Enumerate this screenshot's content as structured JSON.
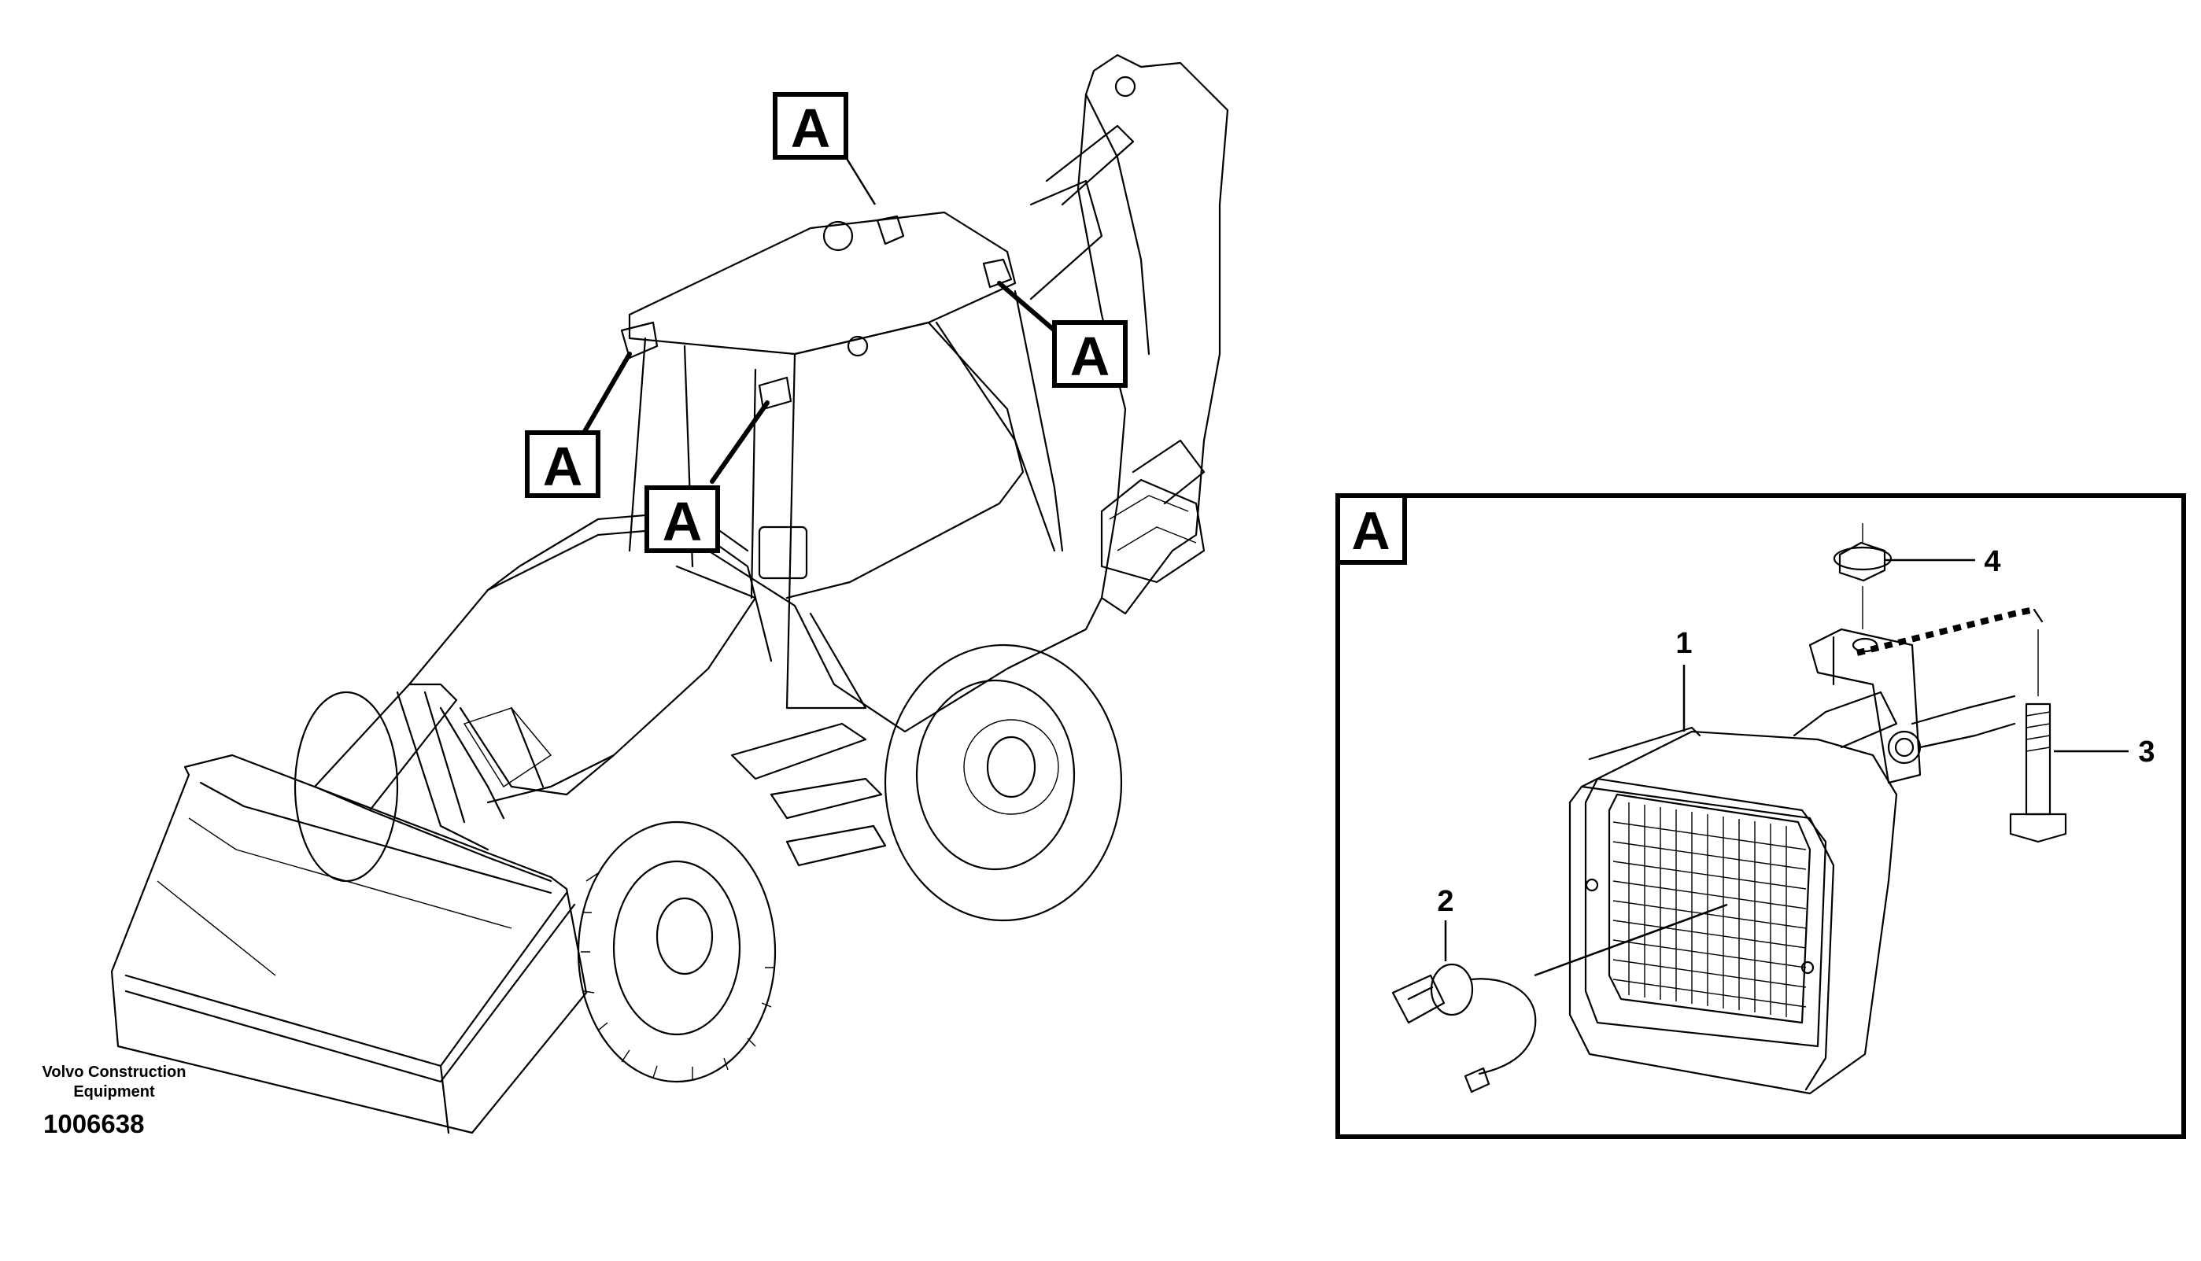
{
  "callouts": {
    "view_label": "A",
    "detail_label": "A"
  },
  "parts": [
    {
      "number": "1"
    },
    {
      "number": "2"
    },
    {
      "number": "3"
    },
    {
      "number": "4"
    }
  ],
  "caption": {
    "manufacturer_line1": "Volvo Construction",
    "manufacturer_line2": "Equipment",
    "drawing_number": "1006638"
  }
}
